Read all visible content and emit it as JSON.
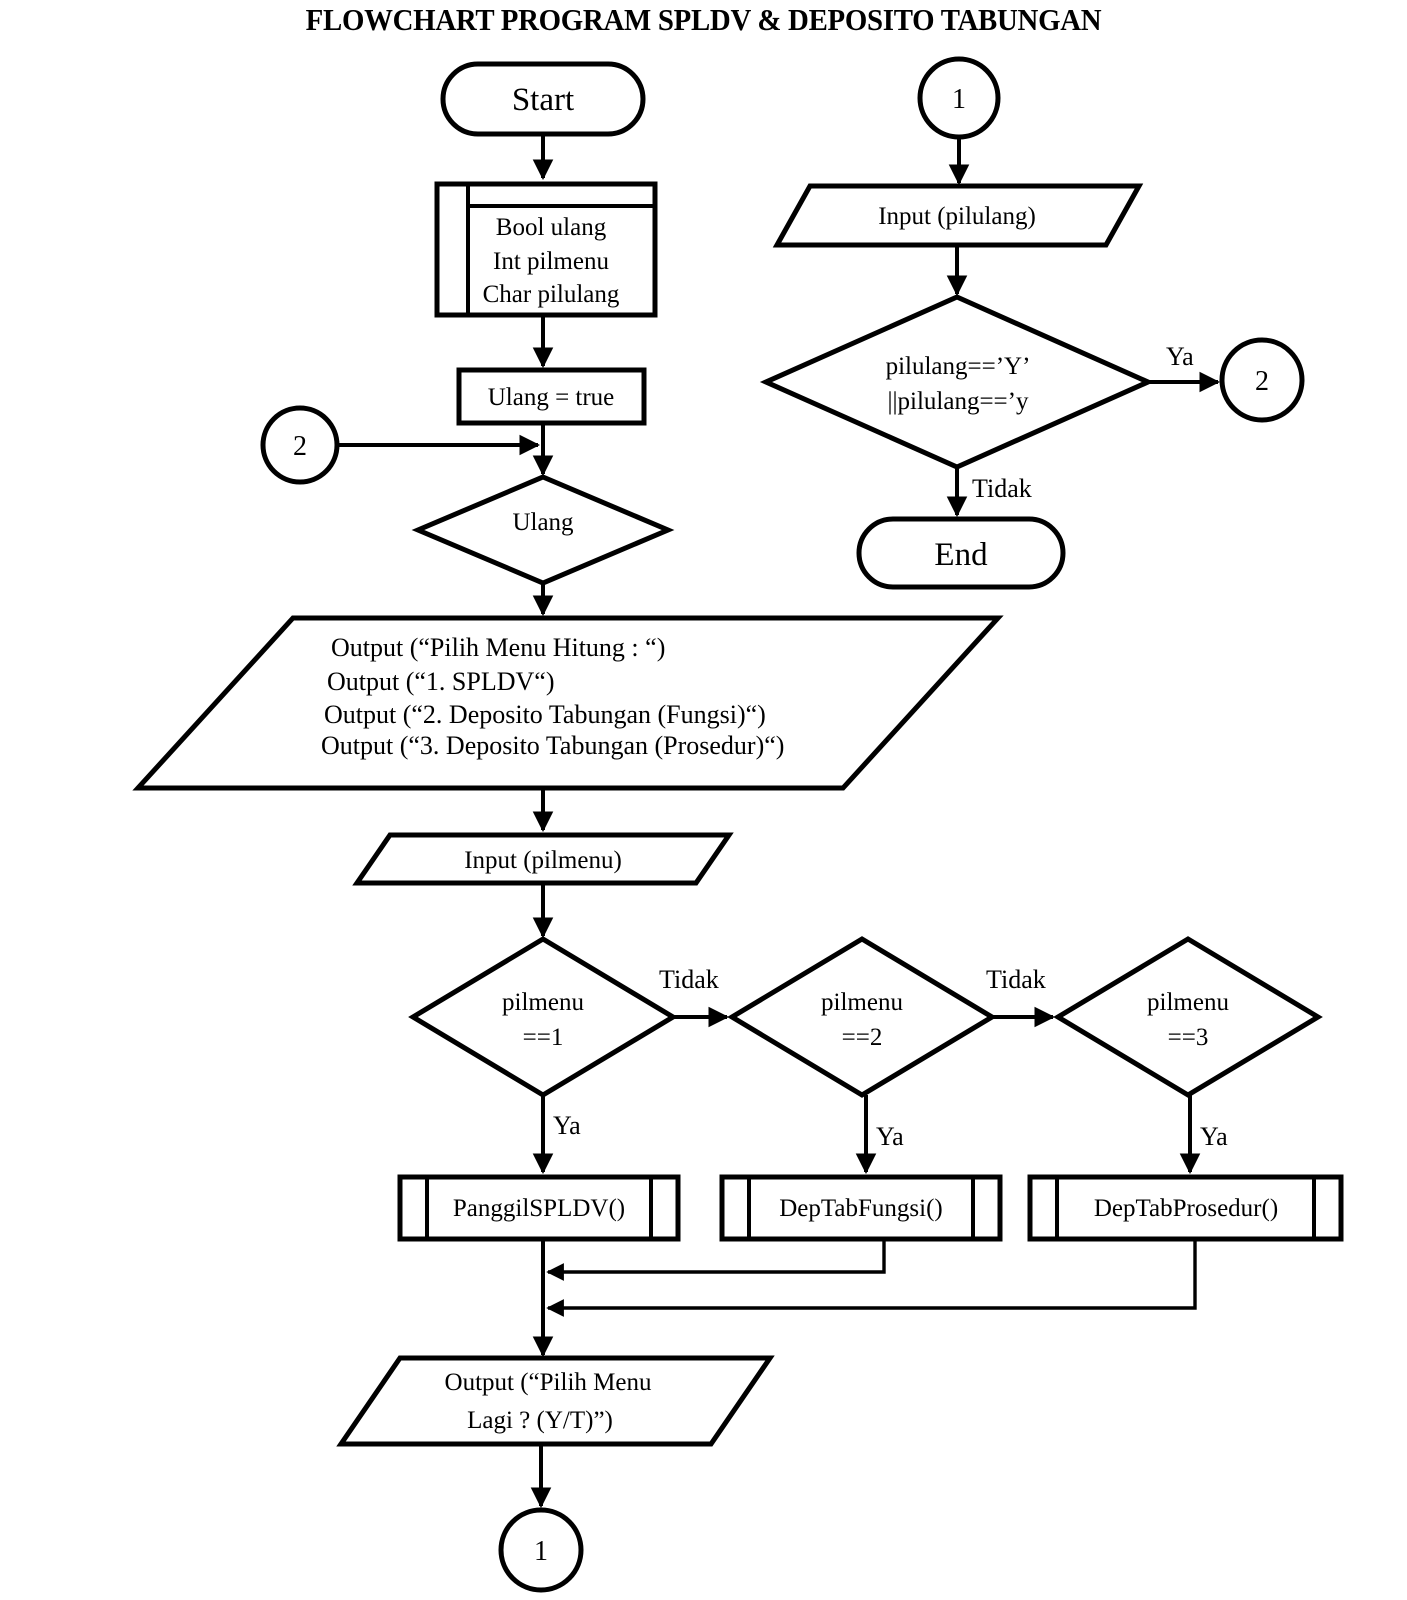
{
  "title": "FLOWCHART PROGRAM SPLDV & DEPOSITO TABUNGAN",
  "colors": {
    "background": "#ffffff",
    "stroke": "#000000",
    "text": "#000000"
  },
  "nodes": {
    "start": {
      "label": "Start",
      "shape": "terminator"
    },
    "declaration": {
      "shape": "data-declaration",
      "lines": [
        "Bool ulang",
        "Int pilmenu",
        "Char pilulang"
      ]
    },
    "assign_ulang": {
      "label": "Ulang = true",
      "shape": "process"
    },
    "connector_in_2": {
      "label": "2",
      "shape": "connector-circle"
    },
    "decision_ulang": {
      "label": "Ulang",
      "shape": "decision"
    },
    "output_menu": {
      "shape": "parallelogram",
      "lines": [
        "Output (“Pilih Menu Hitung : “)",
        "Output (“1. SPLDV“)",
        "Output (“2. Deposito Tabungan (Fungsi)“)",
        "Output (“3. Deposito Tabungan (Prosedur)“)"
      ]
    },
    "input_pilmenu": {
      "label": "Input (pilmenu)",
      "shape": "parallelogram"
    },
    "decision_pilmenu1": {
      "line1": "pilmenu",
      "line2": "==1",
      "shape": "decision"
    },
    "decision_pilmenu2": {
      "line1": "pilmenu",
      "line2": "==2",
      "shape": "decision"
    },
    "decision_pilmenu3": {
      "line1": "pilmenu",
      "line2": "==3",
      "shape": "decision"
    },
    "call_spldv": {
      "label": "PanggilSPLDV()",
      "shape": "predefined-process"
    },
    "call_deptabfungsi": {
      "label": "DepTabFungsi()",
      "shape": "predefined-process"
    },
    "call_deptabprosedur": {
      "label": "DepTabProsedur()",
      "shape": "predefined-process"
    },
    "output_lagi": {
      "shape": "parallelogram",
      "line1": "Output (“Pilih Menu",
      "line2": "Lagi ? (Y/T)”)"
    },
    "connector_out_1": {
      "label": "1",
      "shape": "connector-circle"
    },
    "connector_top_1": {
      "label": "1",
      "shape": "connector-circle"
    },
    "input_pilulang": {
      "label": "Input (pilulang)",
      "shape": "parallelogram"
    },
    "decision_pilulang": {
      "line1": "pilulang==’Y’",
      "line2": "||pilulang==’y",
      "shape": "decision"
    },
    "connector_out_2": {
      "label": "2",
      "shape": "connector-circle"
    },
    "end": {
      "label": "End",
      "shape": "terminator"
    }
  },
  "edge_labels": {
    "pilmenu1_no": "Tidak",
    "pilmenu2_no": "Tidak",
    "pilmenu1_yes": "Ya",
    "pilmenu2_yes": "Ya",
    "pilmenu3_yes": "Ya",
    "pilulang_yes": "Ya",
    "pilulang_no": "Tidak"
  }
}
